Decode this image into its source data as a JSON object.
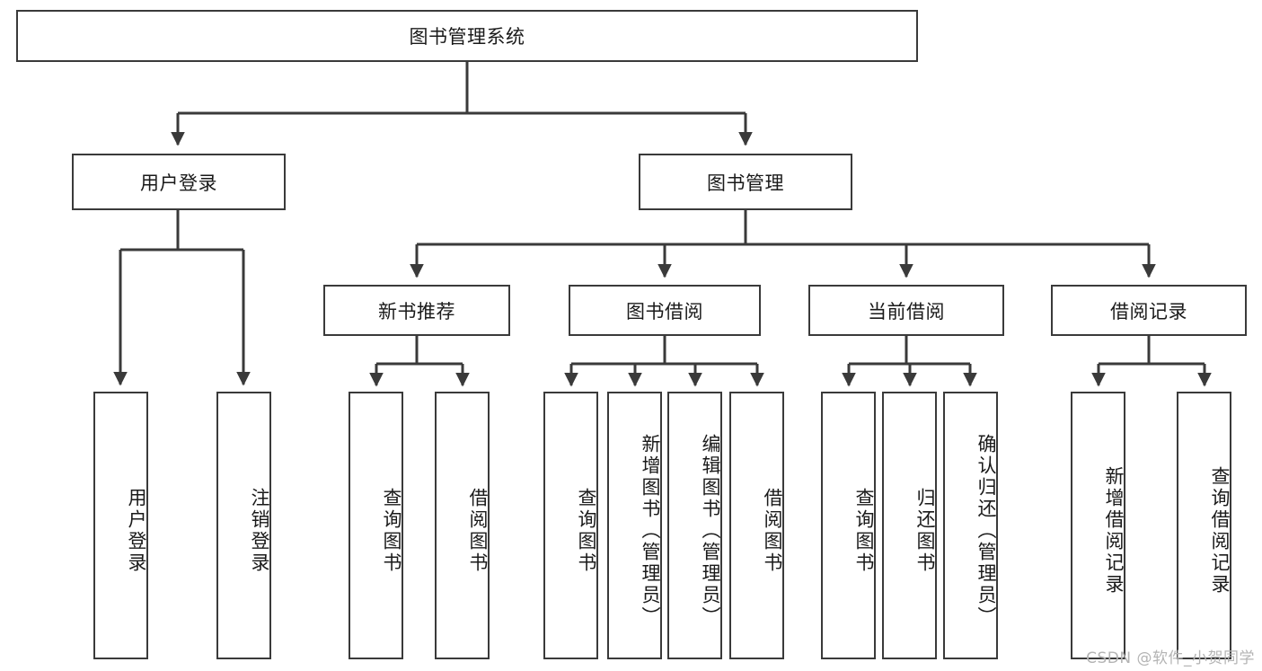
{
  "diagram": {
    "title": "图书管理系统",
    "type": "tree-hierarchy-diagram",
    "colors": {
      "box_border": "#3a3a3a",
      "box_fill": "#ffffff",
      "edge": "#3a3a3a",
      "text": "#1a1a1a",
      "watermark": "#b4b4b4",
      "background": "#ffffff"
    },
    "root": {
      "label": "图书管理系统"
    },
    "level2": [
      {
        "label": "用户登录"
      },
      {
        "label": "图书管理"
      }
    ],
    "level3": [
      {
        "label": "新书推荐"
      },
      {
        "label": "图书借阅"
      },
      {
        "label": "当前借阅"
      },
      {
        "label": "借阅记录"
      }
    ],
    "leaves": {
      "user_login": [
        {
          "label": "用户登录"
        },
        {
          "label": "注销登录"
        }
      ],
      "new_book_recommend": [
        {
          "label": "查询图书"
        },
        {
          "label": "借阅图书"
        }
      ],
      "book_borrow": [
        {
          "label": "查询图书"
        },
        {
          "label": "新增图书（管理员）"
        },
        {
          "label": "编辑图书（管理员）"
        },
        {
          "label": "借阅图书"
        }
      ],
      "current_borrow": [
        {
          "label": "查询图书"
        },
        {
          "label": "归还图书"
        },
        {
          "label": "确认归还（管理员）"
        }
      ],
      "borrow_record": [
        {
          "label": "新增借阅记录"
        },
        {
          "label": "查询借阅记录"
        }
      ]
    }
  },
  "watermark": {
    "text": "CSDN @软件_小贺同学"
  }
}
